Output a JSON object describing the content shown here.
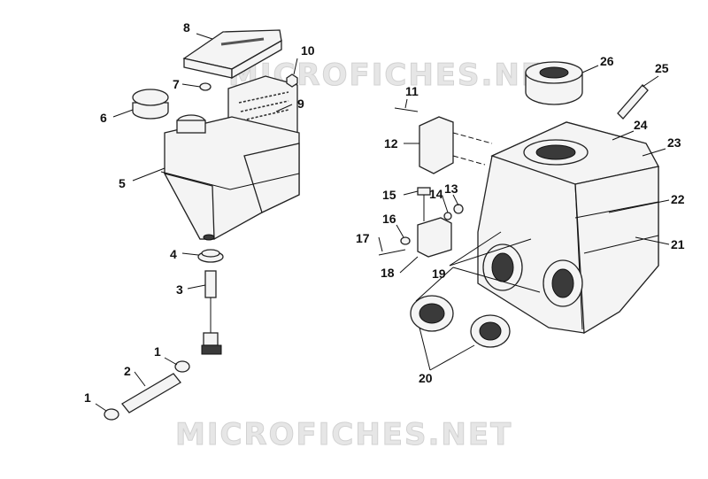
{
  "watermark": {
    "text": "MICROFICHES.NET"
  },
  "callouts": [
    "1",
    "1",
    "2",
    "3",
    "4",
    "5",
    "6",
    "7",
    "8",
    "9",
    "10",
    "11",
    "12",
    "13",
    "14",
    "15",
    "16",
    "17",
    "18",
    "19",
    "20",
    "21",
    "22",
    "23",
    "24",
    "25",
    "26"
  ]
}
